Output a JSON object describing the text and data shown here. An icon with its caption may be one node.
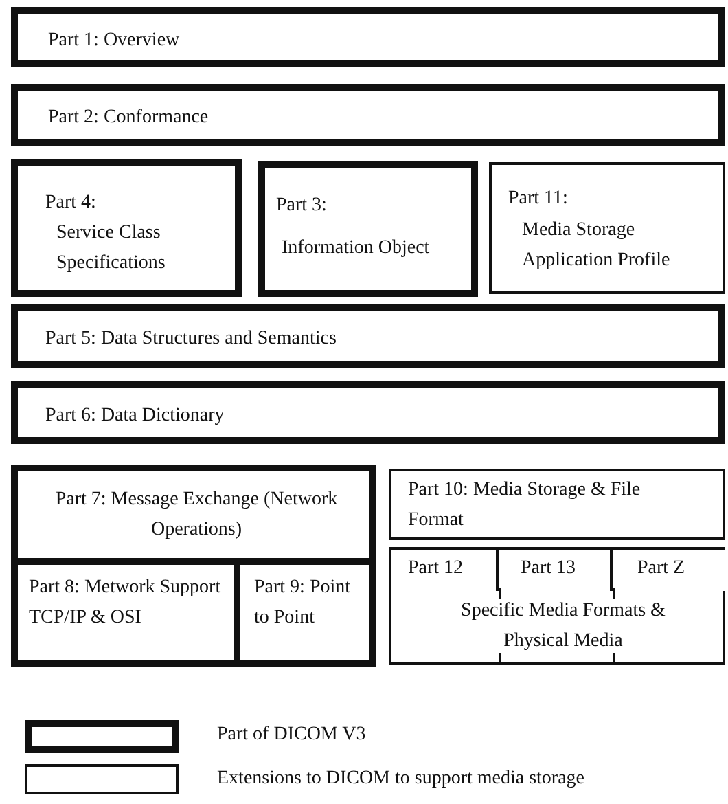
{
  "diagram": {
    "nodes": [
      {
        "text": [
          "Part 1: Overview"
        ]
      },
      {
        "text": [
          "Part 2: Conformance"
        ]
      },
      {
        "text": [
          "Part 4:",
          "Service Class Specifications"
        ]
      },
      {
        "text": [
          "Part 3:",
          "Information Object"
        ]
      },
      {
        "text": [
          "Part 11:",
          "Media Storage Application Profile"
        ]
      },
      {
        "text": [
          "Part 5: Data Structures and Semantics"
        ]
      },
      {
        "text": [
          "Part 6: Data Dictionary"
        ]
      },
      {
        "text": [
          "Part 7: Message Exchange (Network Operations)"
        ]
      },
      {
        "text": [
          "Part 8: Metwork Support TCP/IP & OSI"
        ]
      },
      {
        "text": [
          "Part 9: Point to Point"
        ]
      },
      {
        "text": [
          "Part 10: Media Storage & File Format"
        ]
      },
      {
        "text": [
          "Specific Media Formats & Physical Media"
        ]
      },
      {
        "text": [
          "Part 12"
        ],
        "in": 11
      },
      {
        "text": [
          "Part 13"
        ],
        "in": 11
      },
      {
        "text": [
          "Part Z"
        ],
        "in": 11
      }
    ],
    "legend": [
      {
        "text": "Part of DICOM V3"
      },
      {
        "text": "Extensions to DICOM to support media storage"
      }
    ]
  }
}
